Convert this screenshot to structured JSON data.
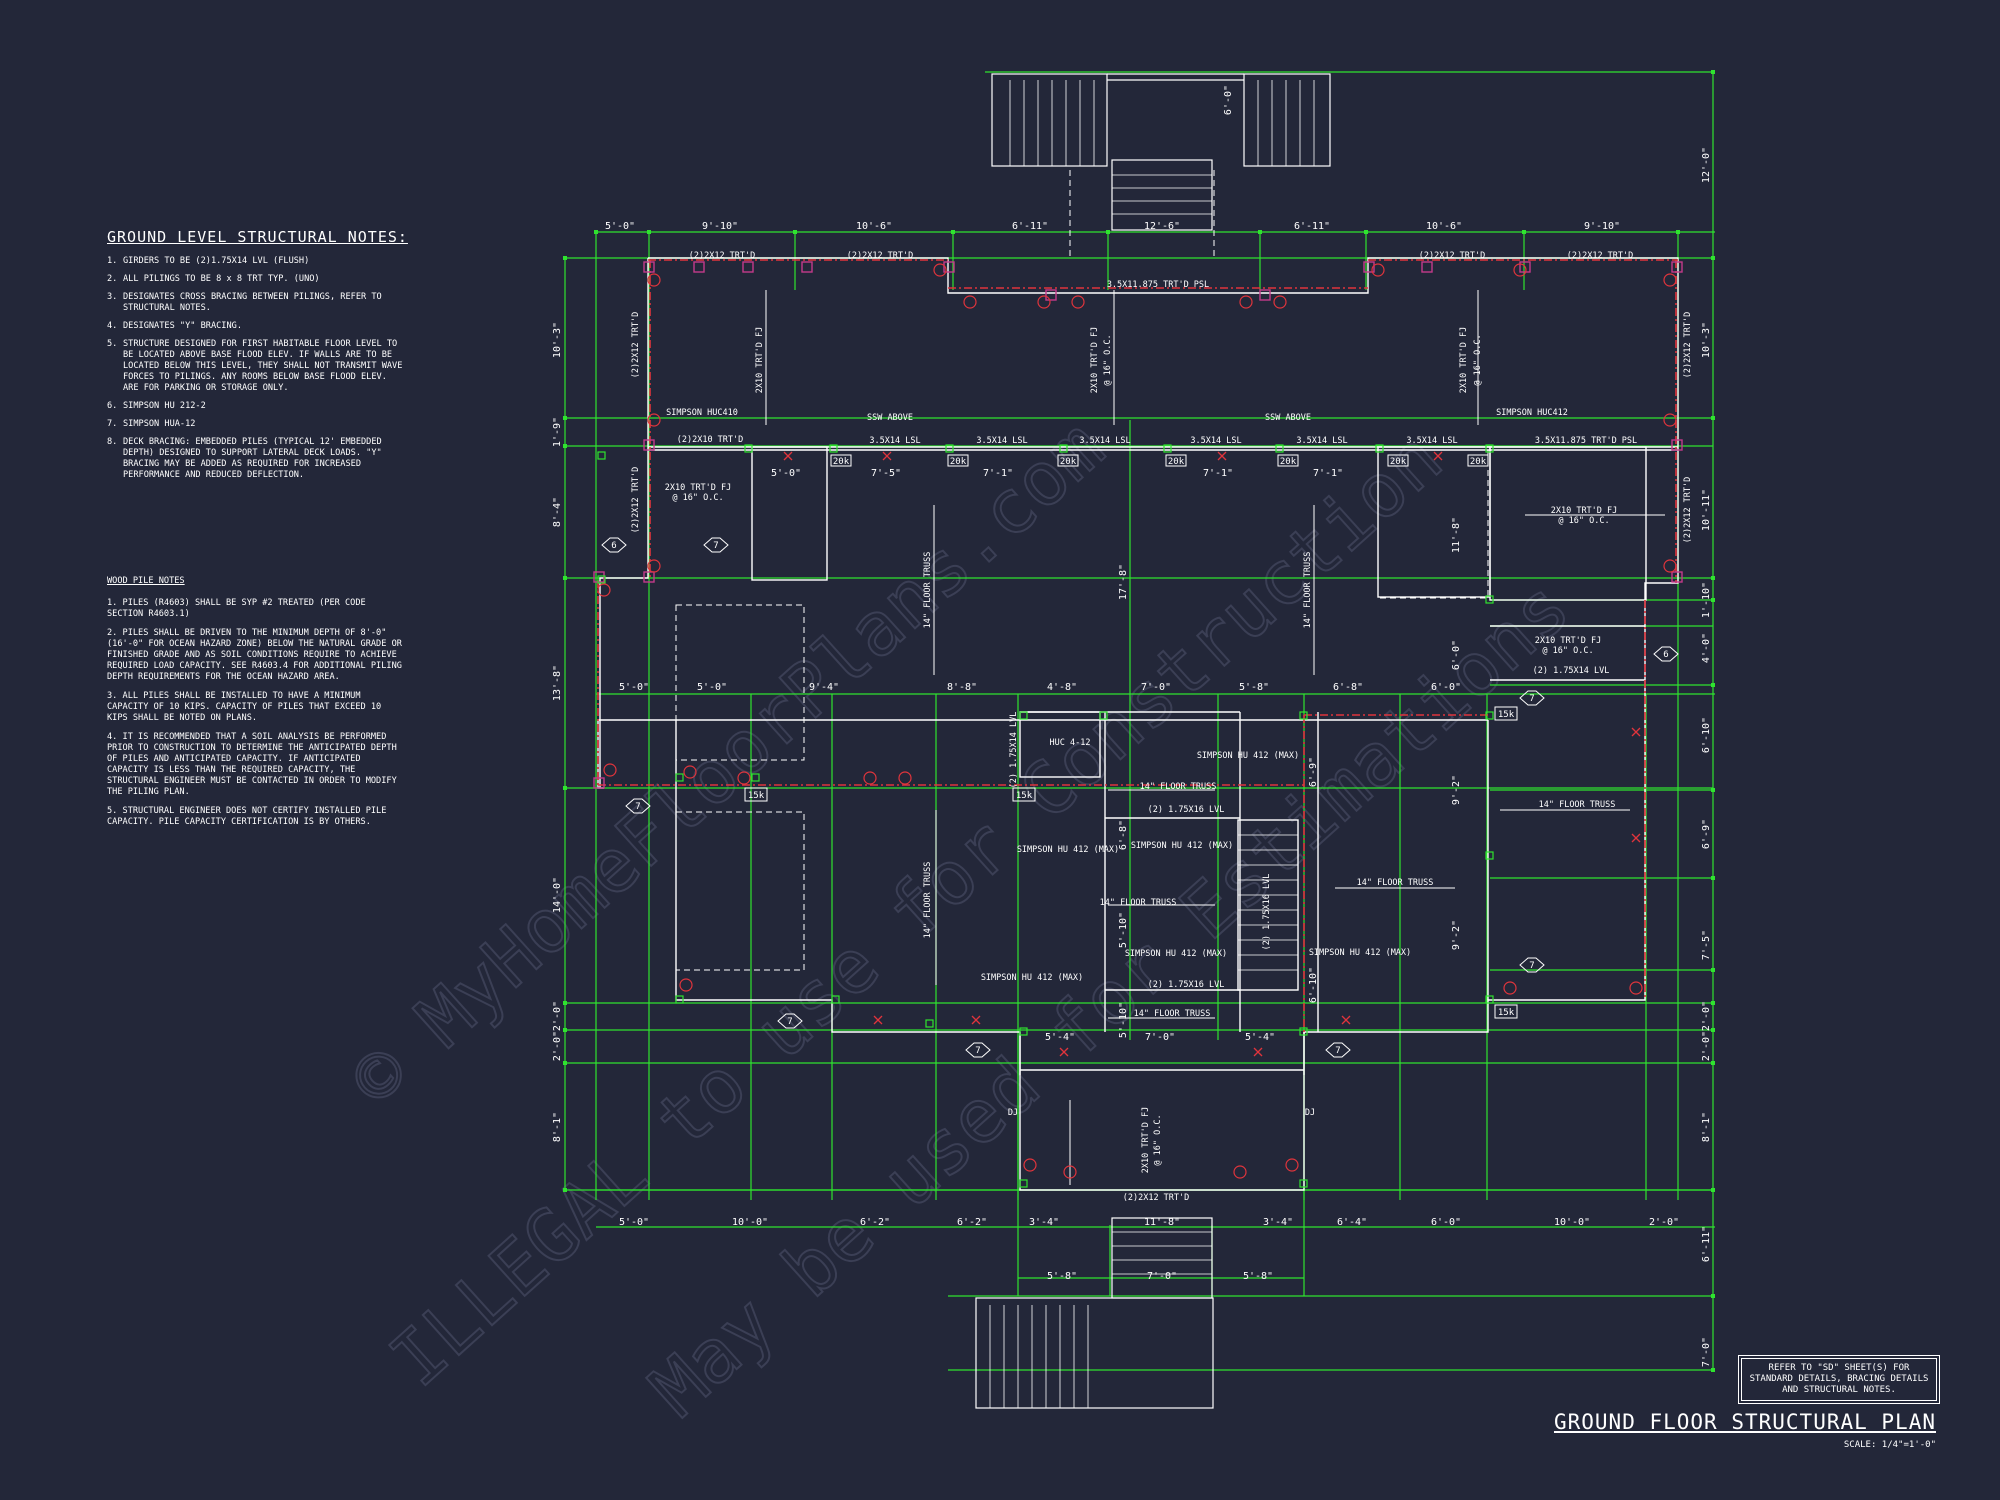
{
  "notes": {
    "title": "GROUND LEVEL STRUCTURAL NOTES:",
    "items": [
      {
        "num": "1.",
        "text": "GIRDERS TO BE (2)1.75X14 LVL (FLUSH)"
      },
      {
        "num": "2.",
        "text": "ALL PILINGS TO BE 8 x 8 TRT TYP. (UNO)"
      },
      {
        "num": "3.",
        "text": "DESIGNATES CROSS BRACING BETWEEN PILINGS, REFER TO STRUCTURAL NOTES."
      },
      {
        "num": "4.",
        "text": "DESIGNATES \"Y\" BRACING."
      },
      {
        "num": "5.",
        "text": "STRUCTURE DESIGNED FOR FIRST HABITABLE FLOOR LEVEL TO BE LOCATED ABOVE BASE FLOOD ELEV. IF WALLS ARE TO BE LOCATED BELOW THIS LEVEL, THEY SHALL NOT TRANSMIT WAVE FORCES TO PILINGS. ANY ROOMS BELOW BASE FLOOD ELEV. ARE FOR PARKING OR STORAGE ONLY."
      },
      {
        "num": "6.",
        "text": "SIMPSON HU 212-2"
      },
      {
        "num": "7.",
        "text": "SIMPSON HUA-12"
      },
      {
        "num": "8.",
        "text": "DECK BRACING: EMBEDDED PILES (TYPICAL 12' EMBEDDED DEPTH) DESIGNED TO SUPPORT LATERAL DECK LOADS. \"Y\" BRACING MAY BE ADDED AS REQUIRED FOR INCREASED PERFORMANCE AND REDUCED DEFLECTION."
      }
    ]
  },
  "pile_notes": {
    "title": "WOOD PILE NOTES",
    "items": [
      "1. PILES (R4603) SHALL BE SYP #2 TREATED (PER CODE SECTION R4603.1)",
      "2. PILES SHALL BE DRIVEN TO THE MINIMUM DEPTH OF 8'-0\" (16'-0\" FOR OCEAN HAZARD ZONE) BELOW THE NATURAL GRADE OR FINISHED GRADE AND AS SOIL CONDITIONS REQUIRE TO ACHIEVE REQUIRED LOAD CAPACITY. SEE R4603.4 FOR ADDITIONAL PILING DEPTH REQUIREMENTS FOR THE OCEAN HAZARD AREA.",
      "3. ALL PILES SHALL BE INSTALLED TO HAVE A MINIMUM CAPACITY OF 10 KIPS. CAPACITY OF PILES THAT EXCEED 10 KIPS SHALL BE NOTED ON PLANS.",
      "4. IT IS RECOMMENDED THAT A SOIL ANALYSIS BE PERFORMED PRIOR TO CONSTRUCTION TO DETERMINE THE ANTICIPATED DEPTH OF PILES AND ANTICIPATED CAPACITY. IF ANTICIPATED CAPACITY IS LESS THAN THE REQUIRED CAPACITY, THE STRUCTURAL ENGINEER MUST BE CONTACTED IN ORDER TO MODIFY THE PILING PLAN.",
      "5. STRUCTURAL ENGINEER DOES NOT CERTIFY INSTALLED PILE CAPACITY. PILE CAPACITY CERTIFICATION IS BY OTHERS."
    ]
  },
  "dims": {
    "top": [
      "5'-0\"",
      "9'-10\"",
      "10'-6\"",
      "6'-11\"",
      "12'-6\"",
      "6'-11\"",
      "10'-6\"",
      "9'-10\""
    ],
    "mid": [
      "5'-0\"",
      "5'-0\"",
      "9'-4\"",
      "8'-8\"",
      "4'-8\"",
      "7'-0\"",
      "5'-8\"",
      "6'-8\"",
      "6'-0\""
    ],
    "bottom": [
      "5'-0\"",
      "10'-0\"",
      "6'-2\"",
      "6'-2\"",
      "3'-4\"",
      "11'-8\"",
      "3'-4\"",
      "6'-4\"",
      "6'-0\"",
      "10'-0\"",
      "2'-0\""
    ],
    "bottom2": [
      "5'-8\"",
      "7'-0\"",
      "5'-8\""
    ],
    "left": [
      "10'-3\"",
      "1'-9\"",
      "8'-4\"",
      "13'-8\"",
      "14'-0\"",
      "2'-0\"",
      "2'-0\"",
      "8'-1\""
    ],
    "right": [
      "12'-0\"",
      "10'-3\"",
      "10'-11\"",
      "1'-10\"",
      "4'-0\"",
      "6'-10\"",
      "6'-9\"",
      "7'-5\"",
      "2'-0\"",
      "2'-0\"",
      "8'-1\"",
      "6'-11\"",
      "7'-0\""
    ],
    "inner": [
      "5'-0\"",
      "7'-5\"",
      "7'-1\"",
      "7'-1\"",
      "7'-1\"",
      "5'-4\"",
      "7'-0\"",
      "5'-4\"",
      "17'-8\"",
      "11'-8\"",
      "6'-9\"",
      "9'-2\"",
      "9'-2\"",
      "6'-0\"",
      "6'-8\"",
      "5'-10\"",
      "5'-10\"",
      "6'-10\"",
      "6'-0\""
    ]
  },
  "labels": {
    "beam_top": "3.5X11.875 TRT'D PSL",
    "trt_2x12": "(2)2X12 TRT'D",
    "trt_2x10": "(2)2X10 TRT'D",
    "fj_2x10": "2X10 TRT'D FJ",
    "oc16": "@ 16\" O.C.",
    "lsl": "3.5X14 LSL",
    "psl_right": "3.5X11.875 TRT'D PSL",
    "ssw_above": "SSW ABOVE",
    "simpson_huc410": "SIMPSON HUC410",
    "simpson_huc412": "SIMPSON HUC412",
    "floor_truss": "14\" FLOOR TRUSS",
    "lvl_175x16": "(2) 1.75X16 LVL",
    "lvl_175x14": "(2) 1.75X14 LVL",
    "huc": "HUC 4-12",
    "simpson_hu412": "SIMPSON HU 412 (MAX)",
    "kip15": "15k",
    "kip20": "20k",
    "dj": "DJ",
    "tag7": "7",
    "tag6": "6",
    "trt_2x12_bottom": "(2)2X12 TRT'D"
  },
  "refbox": "REFER TO \"SD\" SHEET(S) FOR STANDARD DETAILS, BRACING DETAILS AND STRUCTURAL NOTES.",
  "title": "GROUND FLOOR STRUCTURAL PLAN",
  "scale": "SCALE: 1/4\"=1'-0\"",
  "watermark": [
    "© MyHomeFloorPlans.com",
    "ILLEGAL to use for Construction",
    "May be used for Estimations"
  ],
  "colors": {
    "bg": "#232739",
    "dim": "#2fe32f",
    "wall": "#ffffff",
    "beam": "#e0343c",
    "pile": "#c33a8a"
  }
}
